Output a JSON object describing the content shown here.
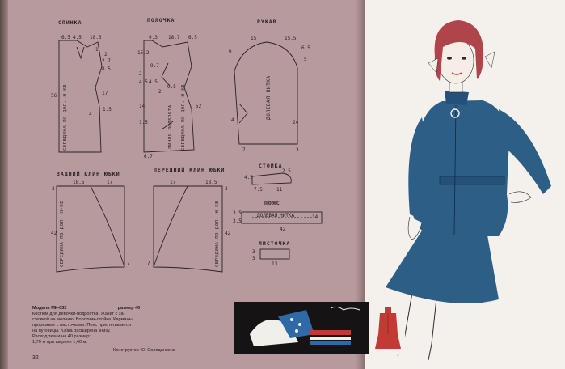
{
  "page": {
    "number": "32",
    "model_title": "Модель МК-032",
    "size_label": "размер 40",
    "description_lines": [
      "Костюм для девочки-подростка. Жакет с за-",
      "стежкой на молнию. Воротник-стойка. Карманы",
      "прорезные с листочками. Пояс пристегивается",
      "на пуговицы. Юбка расширена книзу.",
      "Расход ткани на 40 размер:",
      "1,70 м при ширине 1,40 м."
    ],
    "designer": "Конструктор Ю. Солоданкина"
  },
  "patterns": {
    "back": {
      "title": "СПИНКА",
      "vertical_label": "СЕРЕДИНА ПО ДОЛ. Н-КЕ",
      "nums": [
        "6.5",
        "4.5",
        "18.5",
        "1",
        "2",
        "2.7",
        "8.5",
        "17",
        "4",
        "1.5",
        "56"
      ]
    },
    "front": {
      "title": "ПОЛОЧКА",
      "vertical_label_1": "ЛИНИЯ ПОДБОРТА",
      "vertical_label_2": "СЕРЕДИНА ПО ДОЛ. Н-КЕ",
      "nums": [
        "9.3",
        "18.7",
        "6.5",
        "15.2",
        "9.7",
        "2",
        "4.5",
        "4.5",
        "14",
        "2",
        "1.5",
        "9.5",
        "52",
        "6.7"
      ]
    },
    "sleeve": {
      "title": "РУКАВ",
      "vertical_label": "ДОЛЕВАЯ НИТКА",
      "nums": [
        "15",
        "15.5",
        "6",
        "6.5",
        "5",
        "4",
        "24",
        "3",
        "7"
      ]
    },
    "back_skirt": {
      "title": "ЗАДНИЙ КЛИН ЮБКИ",
      "vertical_label": "СЕРЕДИНА ПО ДОЛ. Н-КЕ",
      "nums": [
        "18.5",
        "17",
        "3",
        "42",
        "7"
      ]
    },
    "front_skirt": {
      "title": "ПЕРЕДНИЙ КЛИН ЮБКИ",
      "vertical_label": "СЕРЕДИНА ПО ДОЛ. Н-КЕ",
      "nums": [
        "17",
        "18.5",
        "3",
        "42",
        "7"
      ]
    },
    "collar": {
      "title": "СТОЙКА",
      "nums": [
        "2.5",
        "4.5",
        "7.5",
        "11"
      ]
    },
    "belt": {
      "title": "ПОЯС",
      "inner_label_1": "ДОЛЕВАЯ",
      "inner_label_2": "НИТКА",
      "nums": [
        "3.5",
        "3.5",
        "42",
        "14"
      ]
    },
    "flap": {
      "title": "ЛИСТОЧКА",
      "nums": [
        "3",
        "3",
        "13"
      ]
    }
  },
  "colors": {
    "page_left": "#b69a9e",
    "page_right": "#f4f1ec",
    "suit_blue": "#2c5e86",
    "hair": "#b0444b",
    "swatch_red": "#c23a34"
  }
}
